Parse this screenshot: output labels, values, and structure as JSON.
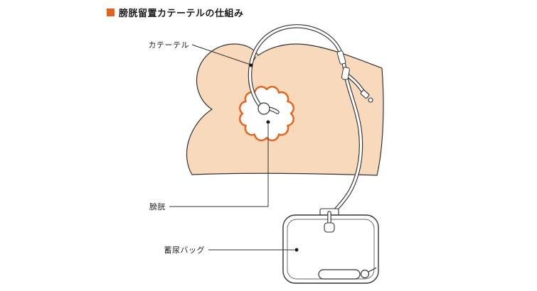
{
  "title": {
    "label": "膀胱留置カテーテルの仕組み"
  },
  "figure": {
    "labels": {
      "catheter": "カテーテル",
      "bladder": "膀胱",
      "urine_bag": "蓄尿バッグ"
    }
  },
  "colors": {
    "accent": "#e8611a",
    "skin": "#f8d9bc",
    "outline": "#333333"
  }
}
